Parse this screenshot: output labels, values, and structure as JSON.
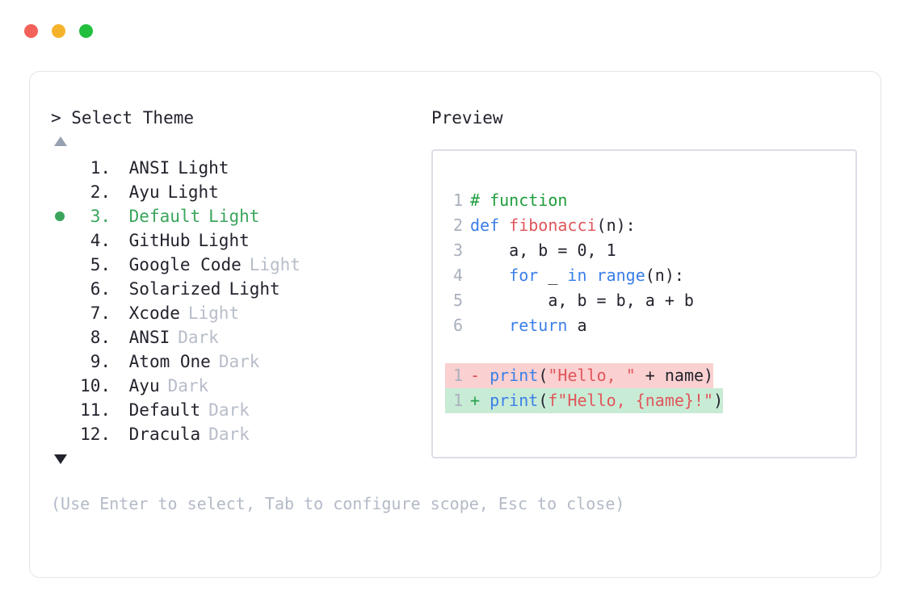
{
  "window": {
    "traffic_lights": [
      {
        "name": "close",
        "color": "#f4605a"
      },
      {
        "name": "minimize",
        "color": "#f5b32c"
      },
      {
        "name": "maximize",
        "color": "#22bf3f"
      }
    ]
  },
  "selector": {
    "prompt": "> Select Theme",
    "scroll_up_indicator": "▲",
    "scroll_down_indicator": "▼",
    "selected_index": 3,
    "items": [
      {
        "index": "1.",
        "name": "ANSI",
        "variant": "Light",
        "variant_muted": false,
        "selected": false
      },
      {
        "index": "2.",
        "name": "Ayu",
        "variant": "Light",
        "variant_muted": false,
        "selected": false
      },
      {
        "index": "3.",
        "name": "Default",
        "variant": "Light",
        "variant_muted": false,
        "selected": true
      },
      {
        "index": "4.",
        "name": "GitHub",
        "variant": "Light",
        "variant_muted": false,
        "selected": false
      },
      {
        "index": "5.",
        "name": "Google Code",
        "variant": "Light",
        "variant_muted": true,
        "selected": false
      },
      {
        "index": "6.",
        "name": "Solarized",
        "variant": "Light",
        "variant_muted": false,
        "selected": false
      },
      {
        "index": "7.",
        "name": "Xcode",
        "variant": "Light",
        "variant_muted": true,
        "selected": false
      },
      {
        "index": "8.",
        "name": "ANSI",
        "variant": "Dark",
        "variant_muted": true,
        "selected": false
      },
      {
        "index": "9.",
        "name": "Atom One",
        "variant": "Dark",
        "variant_muted": true,
        "selected": false
      },
      {
        "index": "10.",
        "name": "Ayu",
        "variant": "Dark",
        "variant_muted": true,
        "selected": false
      },
      {
        "index": "11.",
        "name": "Default",
        "variant": "Dark",
        "variant_muted": true,
        "selected": false
      },
      {
        "index": "12.",
        "name": "Dracula",
        "variant": "Dark",
        "variant_muted": true,
        "selected": false
      }
    ],
    "hint": "(Use Enter to select, Tab to configure scope, Esc to close)"
  },
  "preview": {
    "title": "Preview",
    "code_lines": [
      {
        "number": "1",
        "tokens": [
          {
            "text": "# function",
            "type": "comment"
          }
        ]
      },
      {
        "number": "2",
        "tokens": [
          {
            "text": "def ",
            "type": "kw"
          },
          {
            "text": "fibonacci",
            "type": "fn"
          },
          {
            "text": "(n):",
            "type": "plain"
          }
        ]
      },
      {
        "number": "3",
        "tokens": [
          {
            "text": "    a, b = 0, 1",
            "type": "plain"
          }
        ]
      },
      {
        "number": "4",
        "tokens": [
          {
            "text": "    ",
            "type": "plain"
          },
          {
            "text": "for",
            "type": "kw"
          },
          {
            "text": " _ ",
            "type": "plain"
          },
          {
            "text": "in ",
            "type": "kw"
          },
          {
            "text": "range",
            "type": "builtin"
          },
          {
            "text": "(n):",
            "type": "plain"
          }
        ]
      },
      {
        "number": "5",
        "tokens": [
          {
            "text": "        a, b = b, a + b",
            "type": "plain"
          }
        ]
      },
      {
        "number": "6",
        "tokens": [
          {
            "text": "    ",
            "type": "plain"
          },
          {
            "text": "return",
            "type": "kw"
          },
          {
            "text": " a",
            "type": "plain"
          }
        ]
      }
    ],
    "diff": [
      {
        "number": "1",
        "sign": "-",
        "kind": "removed",
        "bg": "#fbd0d0",
        "tokens": [
          {
            "text": "print",
            "type": "builtin"
          },
          {
            "text": "(",
            "type": "plain"
          },
          {
            "text": "\"Hello, \"",
            "type": "str"
          },
          {
            "text": " + name)",
            "type": "plain"
          }
        ]
      },
      {
        "number": "1",
        "sign": "+",
        "kind": "added",
        "bg": "#c8ebd5",
        "tokens": [
          {
            "text": "print",
            "type": "builtin"
          },
          {
            "text": "(",
            "type": "plain"
          },
          {
            "text": "f\"Hello, {name}!\"",
            "type": "str"
          },
          {
            "text": ")",
            "type": "plain"
          }
        ]
      }
    ]
  }
}
